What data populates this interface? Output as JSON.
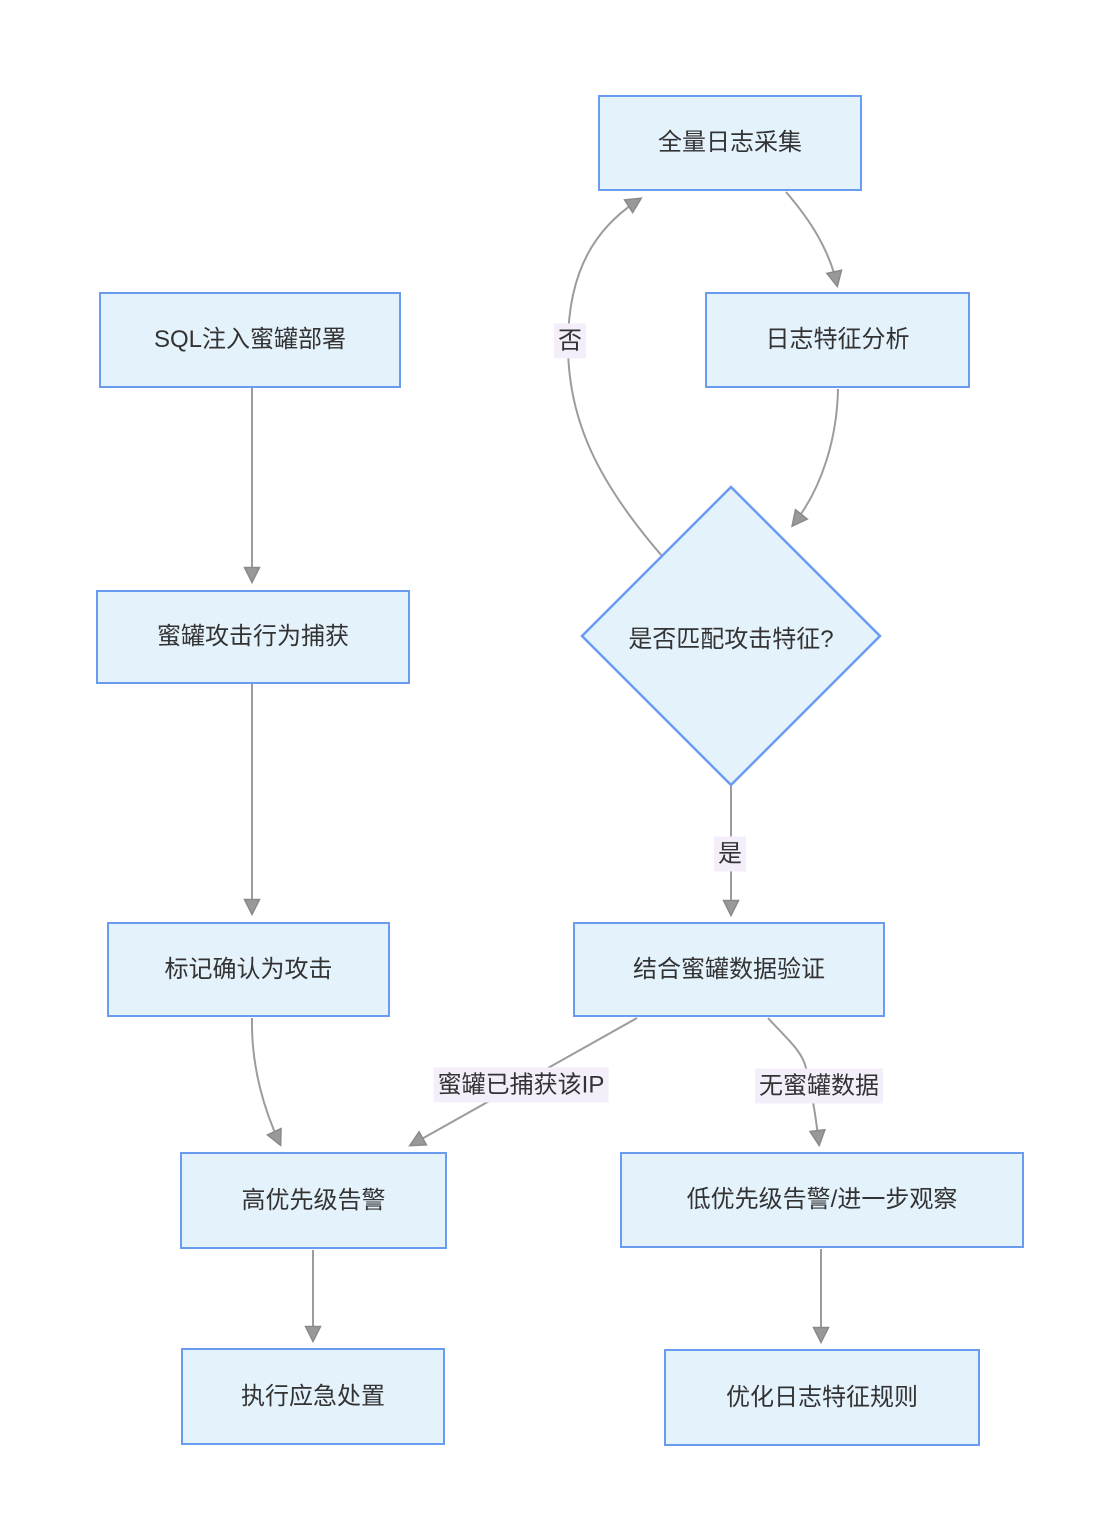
{
  "diagram": {
    "type": "flowchart",
    "nodes": {
      "full_log": {
        "label": "全量日志采集",
        "shape": "rect"
      },
      "sql_honeypot": {
        "label": "SQL注入蜜罐部署",
        "shape": "rect"
      },
      "log_analysis": {
        "label": "日志特征分析",
        "shape": "rect"
      },
      "match_decision": {
        "label": "是否匹配攻击特征?",
        "shape": "diamond"
      },
      "honeypot_capture": {
        "label": "蜜罐攻击行为捕获",
        "shape": "rect"
      },
      "mark_attack": {
        "label": "标记确认为攻击",
        "shape": "rect"
      },
      "verify": {
        "label": "结合蜜罐数据验证",
        "shape": "rect"
      },
      "high_alert": {
        "label": "高优先级告警",
        "shape": "rect"
      },
      "low_alert": {
        "label": "低优先级告警/进一步观察",
        "shape": "rect"
      },
      "emergency": {
        "label": "执行应急处置",
        "shape": "rect"
      },
      "optimize": {
        "label": "优化日志特征规则",
        "shape": "rect"
      }
    },
    "edge_labels": {
      "no": "否",
      "yes": "是",
      "captured_ip": "蜜罐已捕获该IP",
      "no_data": "无蜜罐数据"
    },
    "edges": [
      {
        "from": "sql_honeypot",
        "to": "honeypot_capture",
        "label": ""
      },
      {
        "from": "honeypot_capture",
        "to": "mark_attack",
        "label": ""
      },
      {
        "from": "mark_attack",
        "to": "high_alert",
        "label": ""
      },
      {
        "from": "full_log",
        "to": "log_analysis",
        "label": ""
      },
      {
        "from": "log_analysis",
        "to": "match_decision",
        "label": ""
      },
      {
        "from": "match_decision",
        "to": "full_log",
        "label": "否"
      },
      {
        "from": "match_decision",
        "to": "verify",
        "label": "是"
      },
      {
        "from": "verify",
        "to": "high_alert",
        "label": "蜜罐已捕获该IP"
      },
      {
        "from": "verify",
        "to": "low_alert",
        "label": "无蜜罐数据"
      },
      {
        "from": "high_alert",
        "to": "emergency",
        "label": ""
      },
      {
        "from": "low_alert",
        "to": "optimize",
        "label": ""
      }
    ],
    "colors": {
      "node_fill": "#E4F2FC",
      "node_border": "#699BF0",
      "edge": "#9C9C9C",
      "arrow_fill": "#999999",
      "label_bg": "#F4EEFA",
      "text": "#333333"
    }
  }
}
